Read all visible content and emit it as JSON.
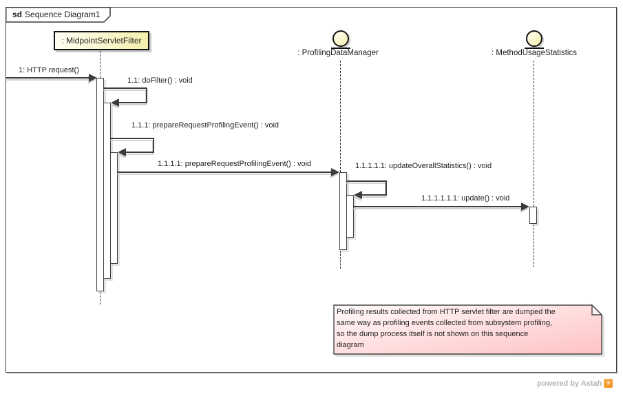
{
  "frame": {
    "keyword": "sd",
    "title": "Sequence Diagram1"
  },
  "lifelines": [
    {
      "name": ": MidpointServletFilter",
      "kind": "class-box"
    },
    {
      "name": ": ProfilingDataManager",
      "kind": "entity"
    },
    {
      "name": ": MethodUsageStatistics",
      "kind": "entity"
    }
  ],
  "messages": [
    {
      "label": "1: HTTP request()"
    },
    {
      "label": "1.1: doFilter() : void"
    },
    {
      "label": "1.1.1: prepareRequestProfilingEvent() : void"
    },
    {
      "label": "1.1.1.1: prepareRequestProfilingEvent() : void"
    },
    {
      "label": "1.1.1.1.1: updateOverallStatistics() : void"
    },
    {
      "label": "1.1.1.1.1.1: update() : void"
    }
  ],
  "note": {
    "lines": [
      "Profiling results collected from HTTP servlet filter are dumped the",
      "same way as profiling events collected from subsystem profiling,",
      "so the dump process itself is not shown on this sequence",
      "diagram"
    ]
  },
  "footer": {
    "credit": "powered by Astah",
    "logo_glyph": "✳"
  },
  "colors": {
    "lifeline_fill": "#f5efad",
    "note_fill_start": "#fffafa",
    "note_fill_end": "#ffc2c4",
    "line": "#3c3c3c",
    "astah_orange": "#ee8d13",
    "credit_gray": "#b4b4b4"
  }
}
